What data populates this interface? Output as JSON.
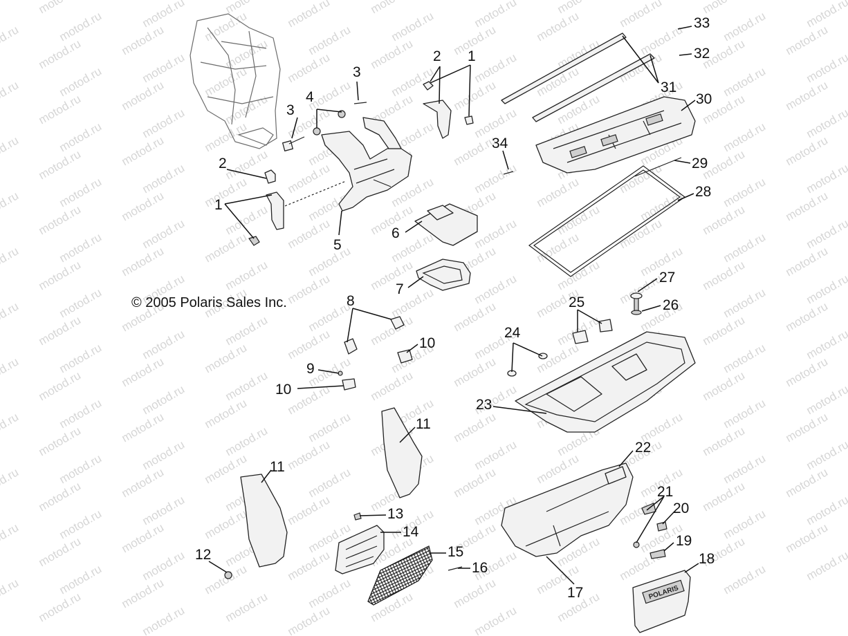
{
  "copyright": "© 2005 Polaris Sales Inc.",
  "watermark": "motod.ru",
  "emblem_text": "POLARIS",
  "colors": {
    "line": "#222222",
    "watermark": "#d6d6d6",
    "background": "#ffffff"
  },
  "callouts": {
    "c33": "33",
    "c32": "32",
    "c31": "31",
    "c30": "30",
    "c34": "34",
    "c29": "29",
    "c28": "28",
    "c3a": "3",
    "c3b": "3",
    "c4": "4",
    "c2a": "2",
    "c1a": "1",
    "c2b": "2",
    "c1b": "1",
    "c5": "5",
    "c6": "6",
    "c7": "7",
    "c8": "8",
    "c10a": "10",
    "c9": "9",
    "c10b": "10",
    "c27": "27",
    "c25": "25",
    "c26": "26",
    "c24": "24",
    "c23": "23",
    "c11a": "11",
    "c11b": "11",
    "c22": "22",
    "c13": "13",
    "c14": "14",
    "c21": "21",
    "c20": "20",
    "c15": "15",
    "c16": "16",
    "c12": "12",
    "c19": "19",
    "c18": "18",
    "c17": "17"
  }
}
